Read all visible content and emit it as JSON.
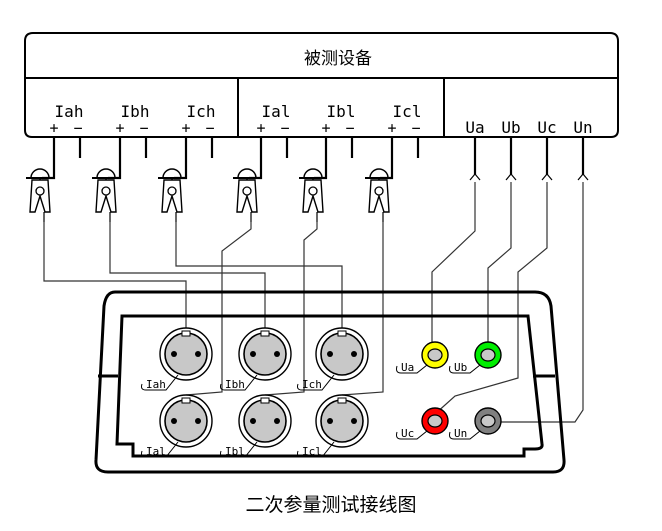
{
  "device": {
    "title": "被测设备",
    "current_channels": [
      {
        "label": "Iah",
        "plus": "+",
        "minus": "−"
      },
      {
        "label": "Ibh",
        "plus": "+",
        "minus": "−"
      },
      {
        "label": "Ich",
        "plus": "+",
        "minus": "−"
      },
      {
        "label": "Ial",
        "plus": "+",
        "minus": "−"
      },
      {
        "label": "Ibl",
        "plus": "+",
        "minus": "−"
      },
      {
        "label": "Icl",
        "plus": "+",
        "minus": "−"
      }
    ],
    "voltage_channels": [
      "Ua",
      "Ub",
      "Uc",
      "Un"
    ]
  },
  "instrument": {
    "current_sockets": [
      {
        "label": "Iah",
        "row": 1,
        "col": 1
      },
      {
        "label": "Ibh",
        "row": 1,
        "col": 2
      },
      {
        "label": "Ich",
        "row": 1,
        "col": 3
      },
      {
        "label": "Ial",
        "row": 2,
        "col": 1
      },
      {
        "label": "Ibl",
        "row": 2,
        "col": 2
      },
      {
        "label": "Icl",
        "row": 2,
        "col": 3
      }
    ],
    "voltage_jacks": [
      {
        "label": "Ua",
        "color": "#ffff00"
      },
      {
        "label": "Ub",
        "color": "#00ee00"
      },
      {
        "label": "Uc",
        "color": "#ff0000"
      },
      {
        "label": "Un",
        "color": "#808080"
      }
    ],
    "socket_fill": "#c8c8c8"
  },
  "caption": "二次参量测试接线图"
}
